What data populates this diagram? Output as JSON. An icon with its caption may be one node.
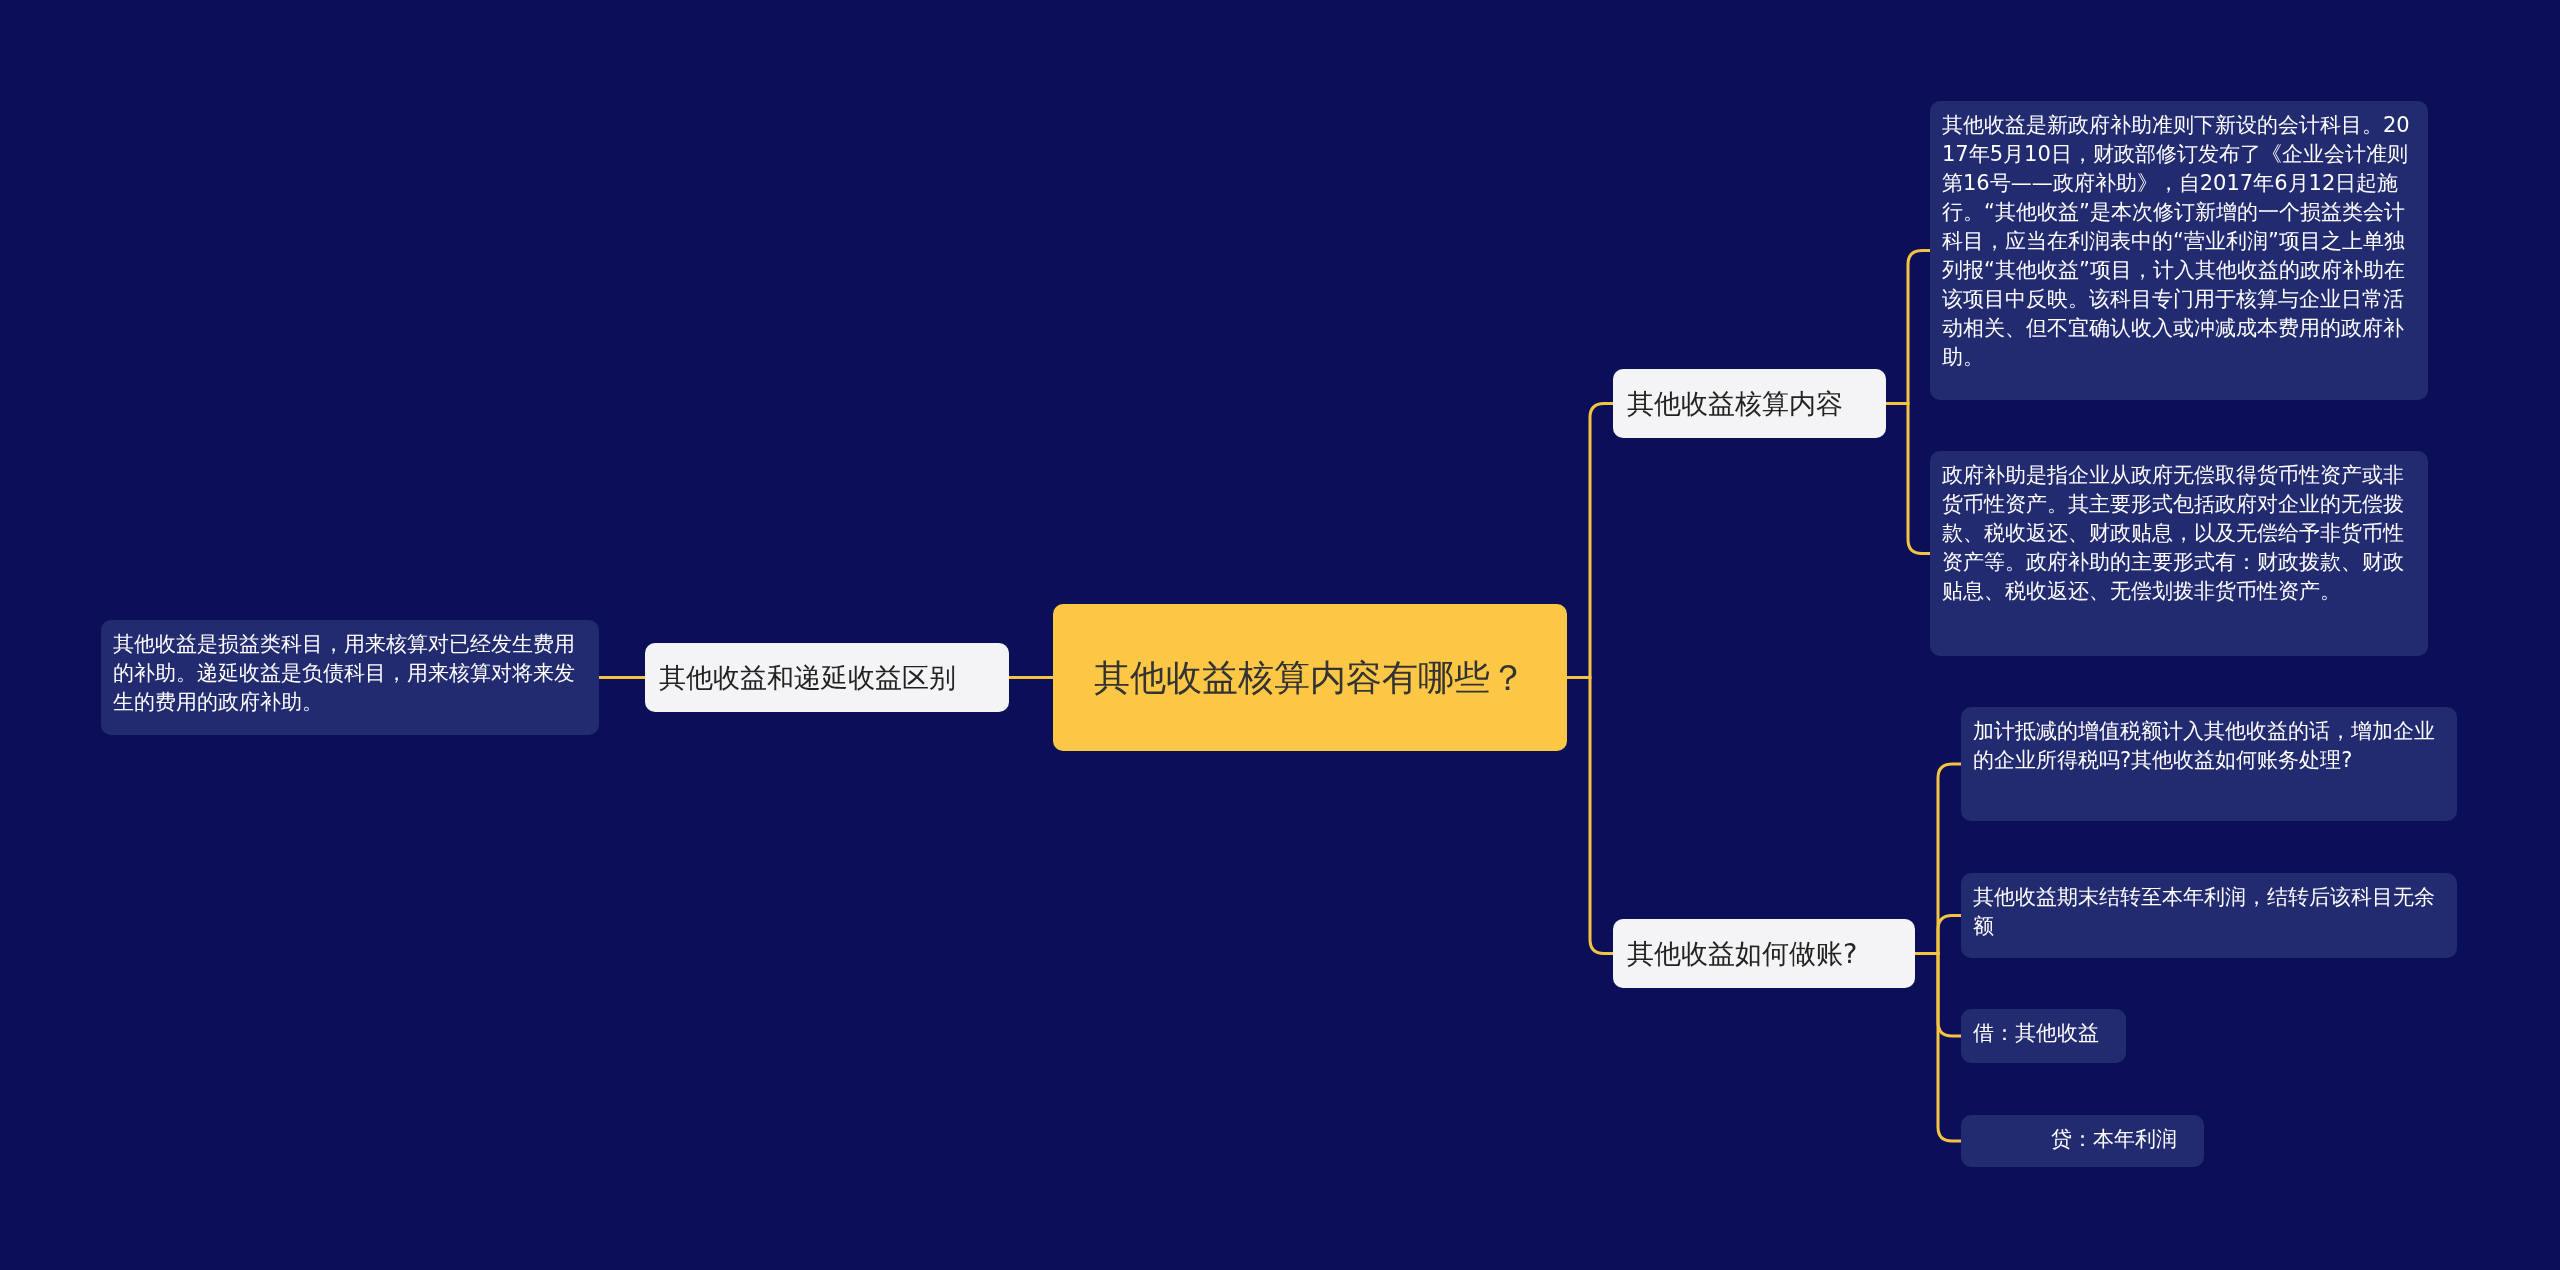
{
  "diagram": {
    "nodes": [
      {
        "text": [
          "其他收益核算内容有哪些？"
        ]
      },
      {
        "text": [
          "其他收益和递延收益区别"
        ]
      },
      {
        "text": [
          "其他收益是损益类科目，用来核算对已经发生费用的补助。递延收益是负债科目，用来核算对将来发生的费用的政府补助。"
        ]
      },
      {
        "text": [
          "其他收益核算内容"
        ]
      },
      {
        "text": [
          "其他收益是新政府补助准则下新设的会计科目。2017年5月10日，财政部修订发布了《企业会计准则第16号——政府补助》，自2017年6月12日起施行。“其他收益”是本次修订新增的一个损益类会计科目，应当在利润表中的“营业利润”项目之上单独列报“其他收益”项目，计入其他收益的政府补助在该项目中反映。该科目专门用于核算与企业日常活动相关、但不宜确认收入或冲减成本费用的政府补助。"
        ]
      },
      {
        "text": [
          "政府补助是指企业从政府无偿取得货币性资产或非货币性资产。其主要形式包括政府对企业的无偿拨款、税收返还、财政贴息，以及无偿给予非货币性资产等。政府补助的主要形式有：财政拨款、财政贴息、税收返还、无偿划拨非货币性资产。"
        ]
      },
      {
        "text": [
          "其他收益如何做账?"
        ]
      },
      {
        "text": [
          "加计抵减的增值税额计入其他收益的话，增加企业的企业所得税吗?其他收益如何账务处理?"
        ]
      },
      {
        "text": [
          "其他收益期末结转至本年利润，结转后该科目无余额"
        ]
      },
      {
        "text": [
          "借：其他收益"
        ]
      },
      {
        "text": [
          "贷：本年利润"
        ]
      }
    ],
    "edges": [
      {
        "from": 0,
        "to": 1,
        "arrow": "none"
      },
      {
        "from": 1,
        "to": 2,
        "arrow": "none"
      },
      {
        "from": 0,
        "to": 3,
        "arrow": "none"
      },
      {
        "from": 3,
        "to": 4,
        "arrow": "none"
      },
      {
        "from": 3,
        "to": 5,
        "arrow": "none"
      },
      {
        "from": 0,
        "to": 6,
        "arrow": "none"
      },
      {
        "from": 6,
        "to": 7,
        "arrow": "none"
      },
      {
        "from": 6,
        "to": 8,
        "arrow": "none"
      },
      {
        "from": 6,
        "to": 9,
        "arrow": "none"
      },
      {
        "from": 6,
        "to": 10,
        "arrow": "none"
      }
    ]
  }
}
